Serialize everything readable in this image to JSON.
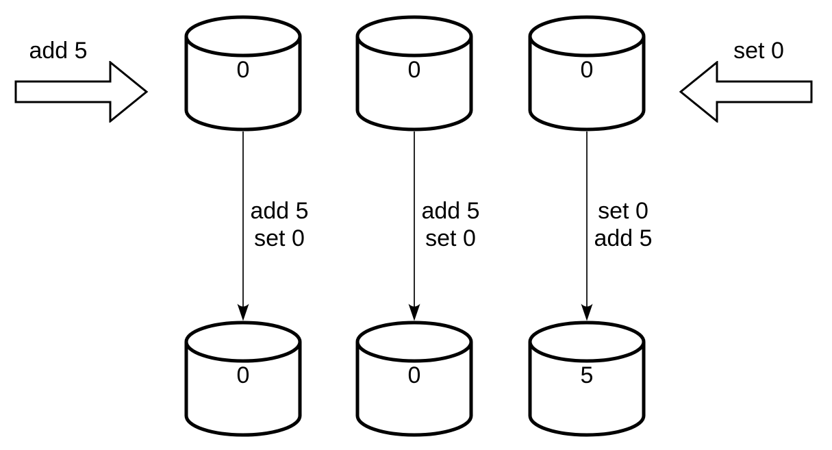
{
  "diagram": {
    "title": "replica-divergence-diagram",
    "colors": {
      "stroke": "#000000",
      "fill": "#ffffff",
      "background": "#ffffff"
    },
    "left_arrow": {
      "label": "add 5",
      "direction": "right"
    },
    "right_arrow": {
      "label": "set 0",
      "direction": "left"
    },
    "columns": [
      {
        "top_db_value": "0",
        "edge_op1": "add 5",
        "edge_op2": "set 0",
        "bottom_db_value": "0"
      },
      {
        "top_db_value": "0",
        "edge_op1": "add 5",
        "edge_op2": "set 0",
        "bottom_db_value": "0"
      },
      {
        "top_db_value": "0",
        "edge_op1": "set 0",
        "edge_op2": "add 5",
        "bottom_db_value": "5"
      }
    ]
  }
}
